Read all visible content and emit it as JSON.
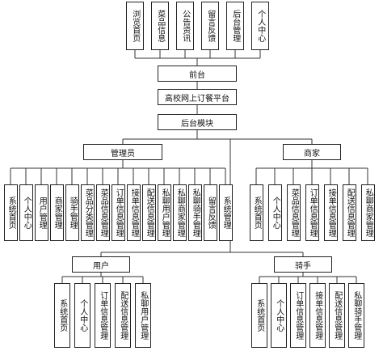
{
  "top_modules": [
    "浏览首页",
    "菜品信息",
    "公告资讯",
    "留言反馈",
    "后台管理",
    "个人中心"
  ],
  "front": "前台",
  "platform": "高校网上订餐平台",
  "backend": "后台模块",
  "roles": {
    "admin": {
      "label": "管理员",
      "items": [
        "系统首页",
        "个人中心",
        "用户管理",
        "商家管理",
        "骑手管理",
        "菜品分类管理",
        "菜品信息管理",
        "订单信息管理",
        "接单信息管理",
        "配送信息管理",
        "私聊用户管理",
        "私聊商家管理",
        "私聊骑手管理",
        "留言反馈",
        "系统管理"
      ]
    },
    "merchant": {
      "label": "商家",
      "items": [
        "系统首页",
        "个人中心",
        "菜品信息管理",
        "订单信息管理",
        "接单信息管理",
        "配送信息管理",
        "私聊商家管理"
      ]
    },
    "user": {
      "label": "用户",
      "items": [
        "系统首页",
        "个人中心",
        "订单信息管理",
        "配送信息管理",
        "私聊用户管理"
      ]
    },
    "rider": {
      "label": "骑手",
      "items": [
        "系统首页",
        "个人中心",
        "订单信息管理",
        "接单信息管理",
        "配送信息管理",
        "私聊骑手管理"
      ]
    }
  }
}
